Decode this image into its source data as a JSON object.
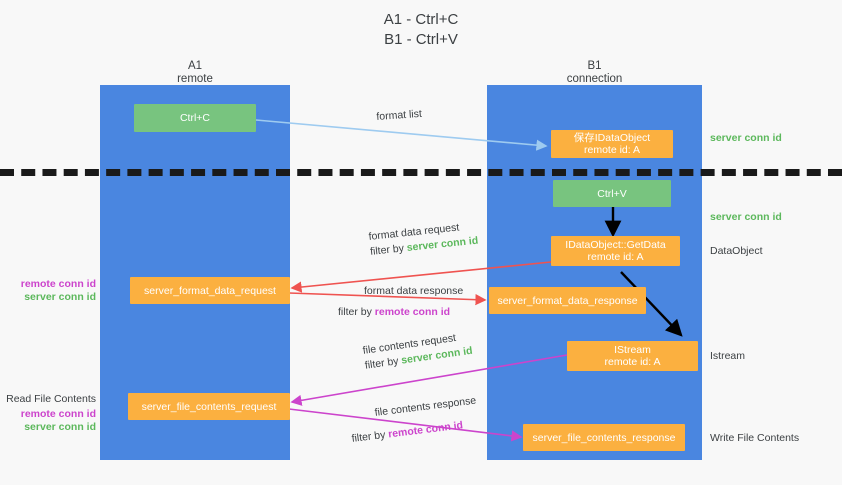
{
  "title": {
    "line1": "A1 - Ctrl+C",
    "line2": "B1 - Ctrl+V"
  },
  "columns": [
    {
      "name": "A1",
      "sub": "remote"
    },
    {
      "name": "B1",
      "sub": "connection"
    }
  ],
  "boxes": {
    "ctrl_c": "Ctrl+C",
    "ctrl_v": "Ctrl+V",
    "save_dataobject": "保存IDataObject\nremote id: A",
    "save_dataobject_line1": "保存IDataObject",
    "save_dataobject_line2": "remote id: A",
    "getdata_line1": "IDataObject::GetData",
    "getdata_line2": "remote id: A",
    "istream_line1": "IStream",
    "istream_line2": "remote id: A",
    "server_format_data_request": "server_format_data_request",
    "server_format_data_response": "server_format_data_response",
    "server_file_contents_request": "server_file_contents_request",
    "server_file_contents_response": "server_file_contents_response"
  },
  "right_labels": {
    "server_conn_id_1": "server conn id",
    "server_conn_id_2": "server conn id",
    "dataobject": "DataObject",
    "istream": "Istream",
    "write_file_contents": "Write File Contents"
  },
  "left_labels": {
    "remote_conn_id_1": "remote conn id",
    "server_conn_id_1": "server conn id",
    "read_file_contents": "Read File Contents",
    "remote_conn_id_2": "remote conn id",
    "server_conn_id_2": "server conn id"
  },
  "edge_labels": {
    "format_list": "format list",
    "format_data_request": "format data request",
    "format_data_request_filter_prefix": "filter by ",
    "format_data_request_filter_value": "server conn id",
    "format_data_response": "format data response",
    "format_data_response_filter_prefix": "filter by ",
    "format_data_response_filter_value": "remote conn id",
    "file_contents_request": "file contents request",
    "file_contents_request_filter_prefix": "filter by ",
    "file_contents_request_filter_value": "server conn id",
    "file_contents_response": "file contents response",
    "file_contents_response_filter_prefix": "filter by ",
    "file_contents_response_filter_value": "remote conn id"
  },
  "colors": {
    "lane": "#4a86e0",
    "green_box": "#78c47f",
    "orange_box": "#fbb040",
    "server_conn_id": "#5cb85c",
    "remote_conn_id": "#cc44cc",
    "arrow_blue": "#9ecbf0",
    "arrow_red": "#ef5350",
    "arrow_magenta": "#cc44cc",
    "arrow_black": "#000000",
    "divider": "#1a1a1a",
    "background": "#f8f8f8"
  }
}
